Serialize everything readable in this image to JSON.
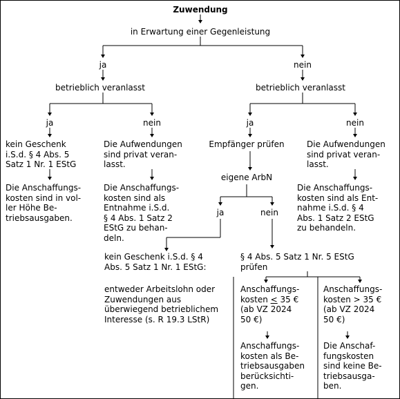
{
  "title": "Zuwendung",
  "q_gegenleistung": "in Erwartung einer Gegenleistung",
  "left": {
    "ja": "ja",
    "betrieblich": "betrieblich veranlasst",
    "ja2": "ja",
    "nein2": "nein",
    "kein_geschenk": "kein Geschenk\ni.S.d. § 4 Abs. 5\nSatz 1 Nr. 1 EStG",
    "anschaffung_voll": "Die Anschaffungs-\nkosten sind in vol-\nler Höhe Be-\ntriebsausgaben.",
    "privat": "Die Aufwendungen\nsind privat veran-\nlasst.",
    "entnahme": "Die Anschaffungs-\nkosten sind als\nEntnahme i.S.d.\n§ 4 Abs. 1 Satz 2\nEStG zu behan-\ndeln."
  },
  "right": {
    "nein": "nein",
    "betrieblich": "betrieblich veranlasst",
    "ja2": "ja",
    "nein2": "nein",
    "empfaenger": "Empfänger prüfen",
    "privat": "Die Aufwendungen\nsind privat veran-\nlasst.",
    "entnahme": "Die Anschaffungs-\nkosten sind als Ent-\nnahme i.S.d. § 4\nAbs. 1 Satz 2 EStG\nzu behandeln.",
    "eigene_arbn": "eigene ArbN",
    "ja3": "ja",
    "nein3": "nein",
    "kein_geschenk2": "kein Geschenk i.S.d. § 4\nAbs. 5 Satz 1 Nr. 1 EStG:",
    "arbeitslohn": "entweder Arbeitslohn oder\nZuwendungen aus\nüberwiegend betrieblichem\nInteresse (s. R 19.3 LStR)",
    "pruefen": "§ 4 Abs. 5 Satz 1 Nr. 5 EStG\nprüfen",
    "ak_le_l1": "Anschaffungs-",
    "ak_le_l2_pre": "kosten ",
    "ak_le_sym": "<",
    "ak_le_l2_post": " 35 €",
    "ak_le_rest": "(ab VZ 2024\n50 €)",
    "ak_gt": "Anschaffungs-\nkosten > 35 €\n(ab VZ 2024\n50 €)",
    "ba_ja": "Anschaffungs-\nkosten als Be-\ntriebsausgaben\nberücksichti-\ngen.",
    "ba_nein": "Die Anschaf-\nfungskosten\nsind keine Be-\ntriebsausga-\nben."
  }
}
